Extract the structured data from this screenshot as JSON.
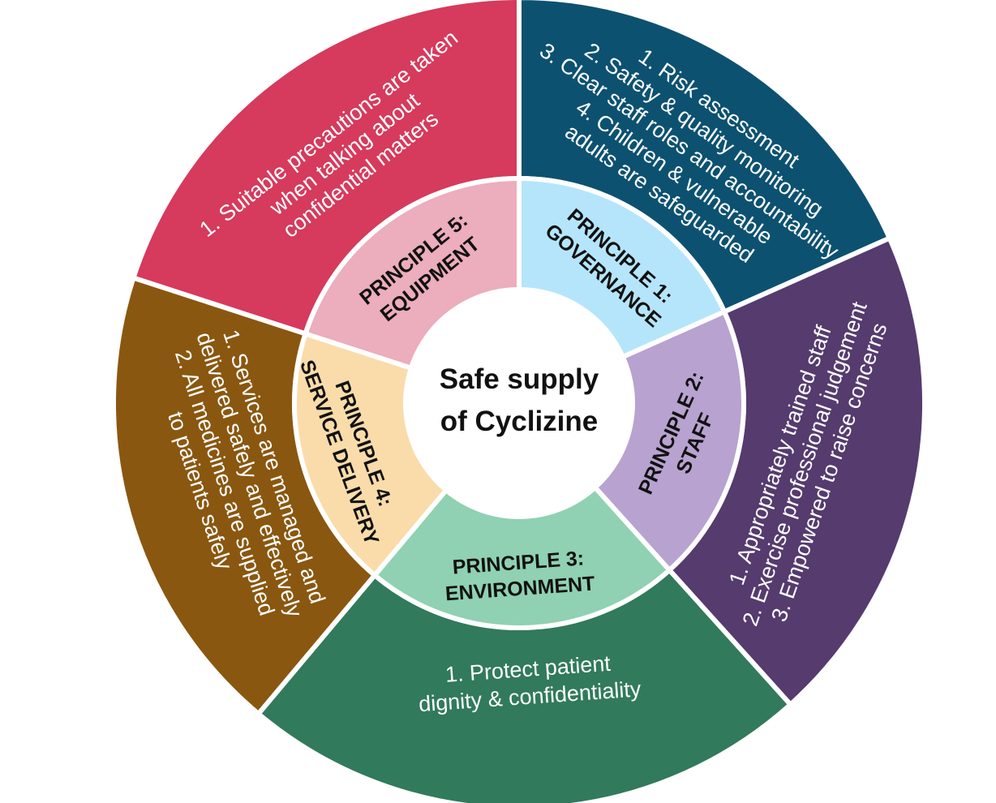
{
  "center": {
    "lines": [
      "Safe supply",
      "of Cyclizine"
    ]
  },
  "principles": [
    {
      "key": "governance",
      "title_lines": [
        "PRINCIPLE 1:",
        "GOVERNANCE"
      ],
      "items": [
        "1. Risk assessment",
        "2. Safety & quality monitoring",
        "3. Clear staff roles and accountability",
        "4. Children & vulnerable",
        "adults are safeguarded"
      ],
      "outer_color": "#0d5170",
      "inner_color": "#b5e5fa"
    },
    {
      "key": "staff",
      "title_lines": [
        "PRINCIPLE  2:",
        "STAFF"
      ],
      "items": [
        "1. Appropriately trained staff",
        "2. Exercise professional judgement",
        "3. Empowered to raise concerns"
      ],
      "outer_color": "#553b6e",
      "inner_color": "#b8a2cf"
    },
    {
      "key": "environment",
      "title_lines": [
        "PRINCIPLE 3:",
        "ENVIRONMENT"
      ],
      "items": [
        "1. Protect patient",
        "dignity & confidentiality"
      ],
      "outer_color": "#317a5c",
      "inner_color": "#8fd1b2"
    },
    {
      "key": "service-delivery",
      "title_lines": [
        "PRINCIPLE 4:",
        "SERVICE DELIVERY"
      ],
      "items": [
        "1. Services are managed and",
        "delivered safely and effectively",
        "2. All medicines are supplied",
        "to patients safely"
      ],
      "outer_color": "#8a5710",
      "inner_color": "#f9dcaa"
    },
    {
      "key": "equipment",
      "title_lines": [
        "PRINCIPLE 5:",
        "EQUIPMENT"
      ],
      "items": [
        "1. Suitable precautions are taken",
        "when talking about",
        "confidential matters"
      ],
      "outer_color": "#d63a5c",
      "inner_color": "#ecadbc"
    }
  ]
}
